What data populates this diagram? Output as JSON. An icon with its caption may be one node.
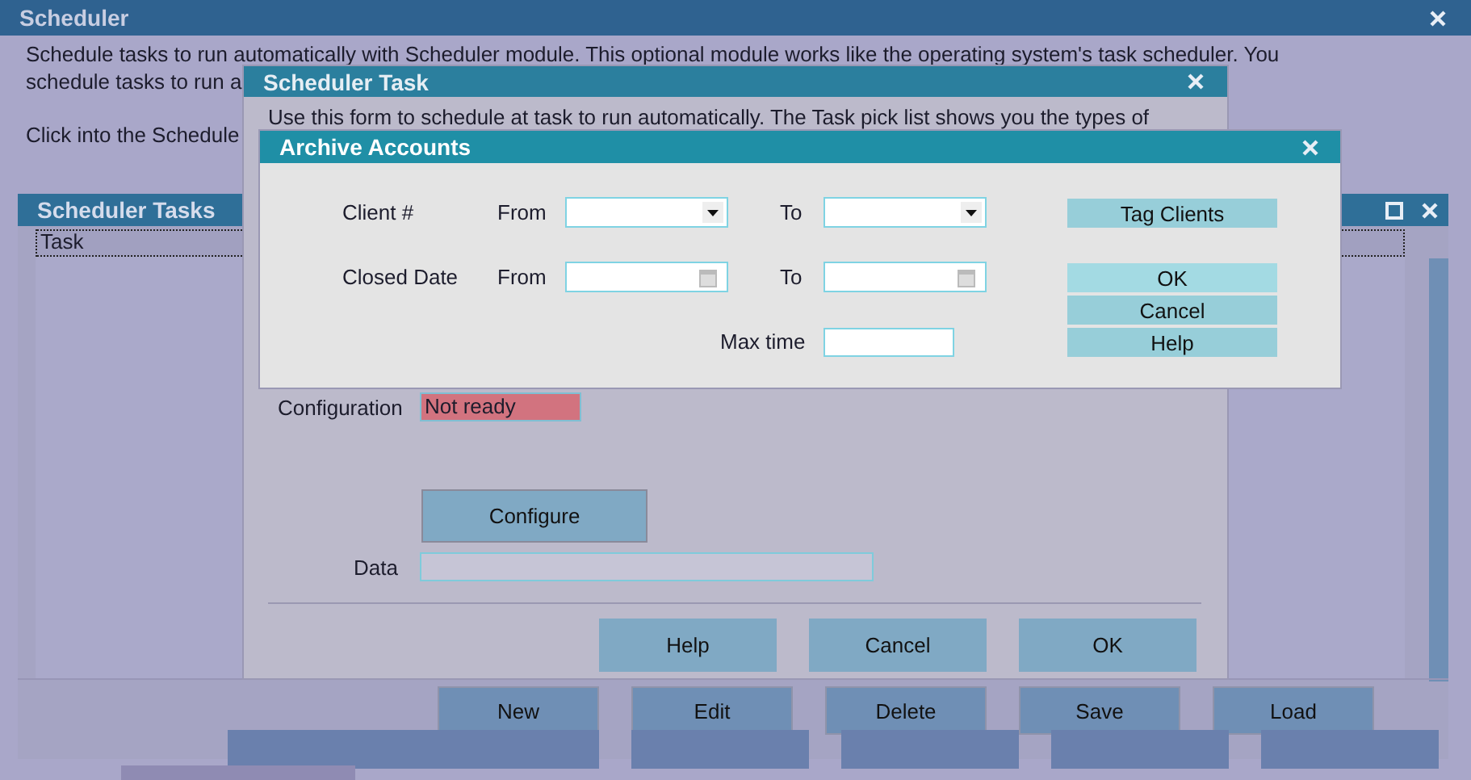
{
  "diagram": {
    "nodes": [
      {
        "text": [
          "Scheduler",
          "Schedule tasks to run automatically with Scheduler module. This optional module works like the operating system's task scheduler. You",
          "schedule tasks to run a",
          "Click into the Schedule"
        ]
      },
      {
        "text": [
          "Scheduler Tasks"
        ],
        "in": 0
      },
      {
        "text": [
          "Scheduler Task",
          "Use this form to schedule at task to run automatically. The Task pick list shows you the types of"
        ],
        "in": 0
      },
      {
        "text": [
          "Archive Accounts"
        ],
        "in": 0
      }
    ],
    "labels": [
      "Task",
      "Client #",
      "From",
      "To",
      "Tag Clients",
      "Closed Date",
      "From",
      "To",
      "OK",
      "Cancel",
      "Max time",
      "Help",
      "Configuration",
      "Not ready",
      "Configure",
      "Data",
      "Help",
      "Cancel",
      "OK",
      "New",
      "Edit",
      "Delete",
      "Save",
      "Load"
    ]
  }
}
